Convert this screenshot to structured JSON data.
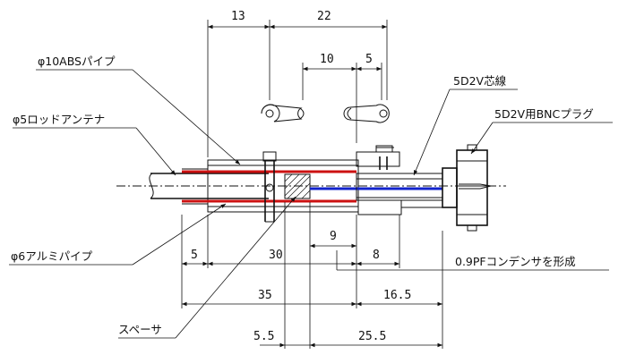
{
  "labels": {
    "abs_pipe": "φ10ABSパイプ",
    "rod_antenna": "φ5ロッドアンテナ",
    "coax": "5D2V芯線",
    "bnc_plug": "5D2V用BNCプラグ",
    "alu_pipe": "φ6アルミパイプ",
    "capacitor": "0.9PFコンデンサを形成",
    "spacer": "スペーサ"
  },
  "dimensions": {
    "d13": "13",
    "d22": "22",
    "d10": "10",
    "d5_top": "5",
    "d9": "9",
    "d5_left": "5",
    "d30": "30",
    "d8": "8",
    "d35": "35",
    "d16_5": "16.5",
    "d5_5": "5.5",
    "d25_5": "25.5"
  },
  "colors": {
    "red_wire": "#cc1111",
    "blue_wire": "#1122cc"
  }
}
